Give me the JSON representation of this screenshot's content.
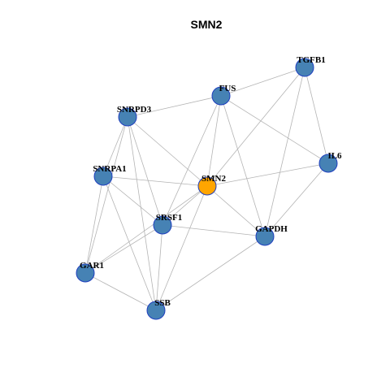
{
  "title": "SMN2",
  "colors": {
    "node_default": "#4682b4",
    "node_focus": "#ffa500",
    "node_border": "#1f3fbf",
    "edge": "#b4b4b4"
  },
  "nodes": [
    {
      "id": "SMN2",
      "label": "SMN2",
      "focus": true
    },
    {
      "id": "TGFB1",
      "label": "TGFB1",
      "focus": false
    },
    {
      "id": "FUS",
      "label": "FUS",
      "focus": false
    },
    {
      "id": "SNRPD3",
      "label": "SNRPD3",
      "focus": false
    },
    {
      "id": "IL6",
      "label": "IL6",
      "focus": false
    },
    {
      "id": "SNRPA1",
      "label": "SNRPA1",
      "focus": false
    },
    {
      "id": "SRSF1",
      "label": "SRSF1",
      "focus": false
    },
    {
      "id": "GAPDH",
      "label": "GAPDH",
      "focus": false
    },
    {
      "id": "GAR1",
      "label": "GAR1",
      "focus": false
    },
    {
      "id": "SSB",
      "label": "SSB",
      "focus": false
    }
  ],
  "edges": [
    [
      "FUS",
      "TGFB1"
    ],
    [
      "SNRPD3",
      "FUS"
    ],
    [
      "FUS",
      "IL6"
    ],
    [
      "FUS",
      "SMN2"
    ],
    [
      "FUS",
      "SRSF1"
    ],
    [
      "FUS",
      "GAPDH"
    ],
    [
      "SNRPD3",
      "SNRPA1"
    ],
    [
      "SNRPD3",
      "SRSF1"
    ],
    [
      "SNRPD3",
      "SMN2"
    ],
    [
      "SNRPD3",
      "GAR1"
    ],
    [
      "SNRPD3",
      "SSB"
    ],
    [
      "TGFB1",
      "SMN2"
    ],
    [
      "TGFB1",
      "IL6"
    ],
    [
      "TGFB1",
      "GAPDH"
    ],
    [
      "IL6",
      "SMN2"
    ],
    [
      "IL6",
      "GAPDH"
    ],
    [
      "SNRPA1",
      "SMN2"
    ],
    [
      "SNRPA1",
      "SRSF1"
    ],
    [
      "SNRPA1",
      "GAR1"
    ],
    [
      "SNRPA1",
      "SSB"
    ],
    [
      "SMN2",
      "SRSF1"
    ],
    [
      "SMN2",
      "GAR1"
    ],
    [
      "SMN2",
      "SSB"
    ],
    [
      "SMN2",
      "GAPDH"
    ],
    [
      "SRSF1",
      "GAPDH"
    ],
    [
      "SRSF1",
      "GAR1"
    ],
    [
      "SRSF1",
      "SSB"
    ],
    [
      "GAR1",
      "SSB"
    ],
    [
      "GAPDH",
      "SSB"
    ]
  ]
}
